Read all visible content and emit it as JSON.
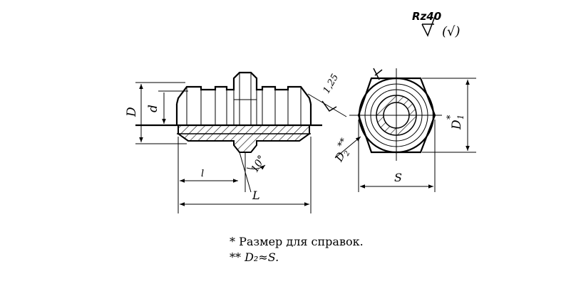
{
  "roughness": {
    "value": "Rz40",
    "remaining": "(√)"
  },
  "labels": {
    "D": "D",
    "d": "d",
    "chamfer": "1,25",
    "l": "l",
    "L": "L",
    "angle": "10°",
    "D1": "D",
    "D1_sub": "1",
    "D1_star": "*",
    "D2": "D",
    "D2_sub": "2",
    "D2_stars": "**",
    "S": "S"
  },
  "notes": {
    "note1": "* Размер для справок.",
    "note2_prefix": "**",
    "note2_formula": "D₂≈S."
  }
}
